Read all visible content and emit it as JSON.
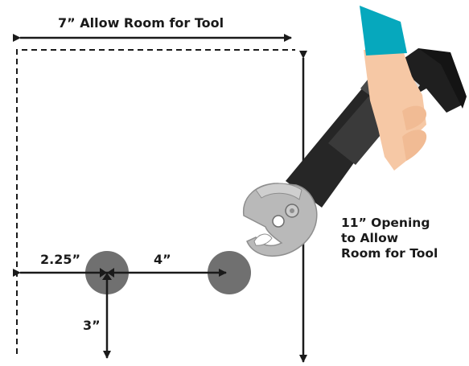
{
  "diagram": {
    "labels": {
      "width": "7” Allow Room for Tool",
      "spacing": "4”",
      "edge_offset": "2.25”",
      "depth": "3”",
      "opening_line1": "11” Opening",
      "opening_line2": "to Allow",
      "opening_line3": "Room for Tool"
    },
    "colors": {
      "ink": "#1a1a1a",
      "hole": "#707070",
      "tool_head": "#b9b9b9",
      "tool_handle": "#262626",
      "sleeve": "#06a8bd",
      "hand": "#f6c8a5"
    },
    "icons": {
      "tool": "hydraulic-crimp-tool-icon",
      "hand": "hand-icon"
    }
  }
}
